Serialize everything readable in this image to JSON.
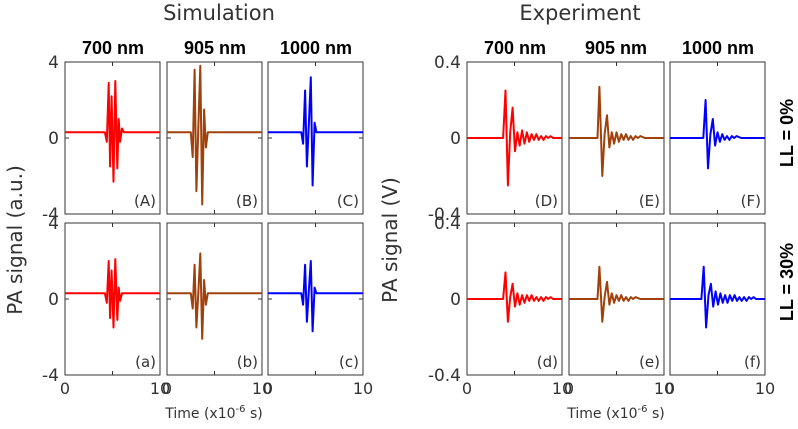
{
  "chart_data": {
    "type": "line",
    "sections": {
      "simulation": {
        "title": "Simulation",
        "wavelengths": [
          "700 nm",
          "905 nm",
          "1000 nm"
        ],
        "ylabel": "PA signal (a.u.)",
        "xlabel": "Time (x10",
        "xlabel_sup": "-6",
        "xlabel_suffix": " s)",
        "ylim": [
          -4,
          4
        ],
        "yticks": [
          "4",
          "0",
          "-4"
        ],
        "xlim": [
          0,
          10
        ],
        "xticks": [
          "0",
          "10"
        ]
      },
      "experiment": {
        "title": "Experiment",
        "wavelengths": [
          "700 nm",
          "905 nm",
          "1000 nm"
        ],
        "ylabel": "PA signal (V)",
        "xlabel": "Time (x10",
        "xlabel_sup": "-6",
        "xlabel_suffix": " s)",
        "ylim": [
          -0.4,
          0.4
        ],
        "yticks": [
          "0.4",
          "0",
          "-0.4"
        ],
        "xlim": [
          0,
          10
        ],
        "xticks": [
          "0",
          "10"
        ]
      }
    },
    "row_labels": [
      "LL = 0%",
      "LL = 30%"
    ],
    "colors": [
      "#ff0000",
      "#a0400a",
      "#0000ff"
    ],
    "panels": [
      {
        "label": "(A)",
        "section": "simulation",
        "row": 0,
        "col": 0,
        "x": [
          0,
          4.2,
          4.4,
          4.6,
          4.75,
          4.9,
          5.1,
          5.3,
          5.5,
          5.65,
          5.8,
          6.0,
          6.2,
          10
        ],
        "y": [
          0.3,
          0.3,
          -0.2,
          2.9,
          -1.5,
          2.2,
          -2.3,
          3.0,
          -1.6,
          1.0,
          -0.2,
          0.5,
          0.3,
          0.3
        ]
      },
      {
        "label": "(B)",
        "section": "simulation",
        "row": 0,
        "col": 1,
        "x": [
          0,
          2.5,
          2.7,
          2.9,
          3.1,
          3.3,
          3.5,
          3.7,
          3.9,
          4.1,
          4.3,
          10
        ],
        "y": [
          0.3,
          0.3,
          -1.0,
          3.6,
          -2.8,
          0.5,
          3.8,
          -3.5,
          1.5,
          -0.5,
          0.3,
          0.3
        ]
      },
      {
        "label": "(C)",
        "section": "simulation",
        "row": 0,
        "col": 2,
        "x": [
          0,
          3.5,
          3.7,
          3.9,
          4.1,
          4.3,
          4.5,
          4.7,
          4.9,
          5.1,
          10
        ],
        "y": [
          0.3,
          0.3,
          -0.3,
          2.5,
          -1.5,
          0.8,
          3.2,
          -2.5,
          0.8,
          0.3,
          0.3
        ]
      },
      {
        "label": "(a)",
        "section": "simulation",
        "row": 1,
        "col": 0,
        "x": [
          0,
          4.2,
          4.4,
          4.6,
          4.75,
          4.9,
          5.1,
          5.3,
          5.5,
          5.65,
          5.8,
          6.0,
          10
        ],
        "y": [
          0.3,
          0.3,
          -0.2,
          2.0,
          -1.0,
          1.5,
          -1.5,
          2.1,
          -1.1,
          0.6,
          -0.1,
          0.3,
          0.3
        ]
      },
      {
        "label": "(b)",
        "section": "simulation",
        "row": 1,
        "col": 1,
        "x": [
          0,
          2.5,
          2.7,
          2.9,
          3.1,
          3.3,
          3.5,
          3.7,
          3.9,
          4.1,
          4.3,
          10
        ],
        "y": [
          0.3,
          0.3,
          -0.5,
          1.8,
          -1.5,
          0.3,
          2.4,
          -2.1,
          1.0,
          -0.3,
          0.3,
          0.3
        ]
      },
      {
        "label": "(c)",
        "section": "simulation",
        "row": 1,
        "col": 2,
        "x": [
          0,
          3.5,
          3.7,
          3.9,
          4.1,
          4.3,
          4.5,
          4.7,
          4.9,
          5.1,
          10
        ],
        "y": [
          0.3,
          0.3,
          -0.3,
          1.8,
          -1.2,
          0.5,
          2.0,
          -1.7,
          0.6,
          0.3,
          0.3
        ]
      },
      {
        "label": "(D)",
        "section": "experiment",
        "row": 0,
        "col": 0,
        "x": [
          0,
          3.8,
          4.05,
          4.3,
          4.55,
          4.8,
          5.05,
          5.3,
          5.55,
          5.8,
          6.05,
          6.3,
          6.55,
          6.8,
          7.05,
          7.3,
          7.55,
          7.8,
          8.05,
          8.3,
          8.55,
          8.8,
          9.05,
          9.3,
          9.55,
          10
        ],
        "y": [
          0.0,
          0.0,
          0.25,
          -0.25,
          0.03,
          0.16,
          -0.07,
          0.03,
          -0.04,
          0.04,
          -0.03,
          0.03,
          -0.02,
          0.02,
          -0.01,
          0.02,
          -0.01,
          0.01,
          -0.01,
          0.01,
          0.0,
          0.01,
          0.0,
          0.0,
          0.0,
          0.0
        ]
      },
      {
        "label": "(E)",
        "section": "experiment",
        "row": 0,
        "col": 1,
        "x": [
          0,
          3.0,
          3.2,
          3.5,
          3.75,
          4.0,
          4.25,
          4.5,
          4.75,
          5.0,
          5.25,
          5.5,
          5.75,
          6.0,
          6.25,
          6.5,
          6.75,
          7.0,
          7.25,
          7.5,
          8,
          10
        ],
        "y": [
          0.0,
          0.0,
          0.27,
          -0.2,
          0.02,
          0.12,
          -0.05,
          0.03,
          -0.03,
          0.03,
          -0.02,
          0.02,
          -0.01,
          0.02,
          -0.01,
          0.01,
          -0.01,
          0.01,
          0.0,
          0.01,
          0.0,
          0.0
        ]
      },
      {
        "label": "(F)",
        "section": "experiment",
        "row": 0,
        "col": 2,
        "x": [
          0,
          3.5,
          3.75,
          4.0,
          4.25,
          4.5,
          4.75,
          5.0,
          5.25,
          5.5,
          5.75,
          6.0,
          6.25,
          6.5,
          6.75,
          7.0,
          7.5,
          8,
          10
        ],
        "y": [
          0.0,
          0.0,
          0.2,
          -0.16,
          0.02,
          0.1,
          -0.04,
          0.03,
          -0.02,
          0.02,
          -0.01,
          0.01,
          -0.01,
          0.01,
          0.0,
          0.01,
          0.0,
          0.0,
          0.0
        ]
      },
      {
        "label": "(d)",
        "section": "experiment",
        "row": 1,
        "col": 0,
        "x": [
          0,
          3.8,
          4.05,
          4.3,
          4.55,
          4.8,
          5.05,
          5.3,
          5.55,
          5.8,
          6.05,
          6.3,
          6.55,
          6.8,
          7.05,
          7.3,
          7.55,
          7.8,
          8.05,
          8.3,
          8.55,
          8.8,
          9.05,
          9.3,
          9.55,
          10
        ],
        "y": [
          0.0,
          0.0,
          0.14,
          -0.12,
          0.01,
          0.08,
          -0.04,
          0.03,
          -0.03,
          0.02,
          -0.02,
          0.02,
          -0.01,
          0.02,
          -0.01,
          0.01,
          -0.01,
          0.01,
          -0.01,
          0.01,
          0.0,
          0.01,
          0.0,
          0.0,
          0.0,
          0.0
        ]
      },
      {
        "label": "(e)",
        "section": "experiment",
        "row": 1,
        "col": 1,
        "x": [
          0,
          3.0,
          3.2,
          3.5,
          3.75,
          4.0,
          4.25,
          4.5,
          4.75,
          5.0,
          5.25,
          5.5,
          5.75,
          6.0,
          6.25,
          6.5,
          6.75,
          7.0,
          7.5,
          8,
          10
        ],
        "y": [
          0.0,
          0.0,
          0.17,
          -0.12,
          0.01,
          0.09,
          -0.03,
          0.03,
          -0.02,
          0.02,
          -0.01,
          0.02,
          -0.01,
          0.01,
          -0.01,
          0.01,
          0.0,
          0.01,
          0.0,
          0.0,
          0.0
        ]
      },
      {
        "label": "(f)",
        "section": "experiment",
        "row": 1,
        "col": 2,
        "x": [
          0,
          3.3,
          3.55,
          3.8,
          4.05,
          4.3,
          4.55,
          4.8,
          5.05,
          5.3,
          5.55,
          5.8,
          6.05,
          6.3,
          6.55,
          6.8,
          7.05,
          7.3,
          7.55,
          7.8,
          8.05,
          8.3,
          8.55,
          8.8,
          9.05,
          9.3,
          9.55,
          10
        ],
        "y": [
          0.0,
          0.0,
          0.17,
          -0.15,
          0.02,
          0.08,
          -0.04,
          0.04,
          -0.03,
          0.03,
          -0.02,
          0.02,
          -0.02,
          0.02,
          -0.01,
          0.02,
          -0.01,
          0.01,
          -0.01,
          0.01,
          -0.01,
          0.01,
          0.0,
          0.01,
          0.0,
          0.0,
          0.0,
          0.0
        ]
      }
    ]
  }
}
